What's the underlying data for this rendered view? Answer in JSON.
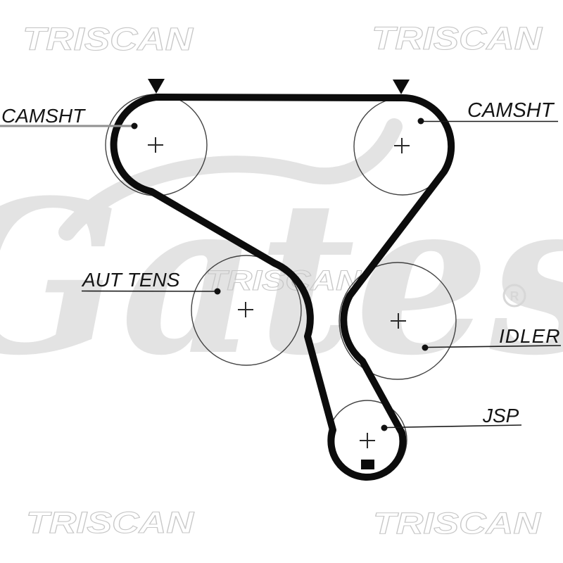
{
  "diagram": {
    "type": "timing-belt-routing",
    "components": [
      {
        "id": "camshaft-left",
        "label": "CAMSHT"
      },
      {
        "id": "camshaft-right",
        "label": "CAMSHT"
      },
      {
        "id": "auto-tensioner",
        "label": "AUT TENS"
      },
      {
        "id": "idler",
        "label": "IDLER"
      },
      {
        "id": "jsp",
        "label": "JSP"
      }
    ]
  },
  "watermarks": {
    "supplier": "TRISCAN",
    "brand": "Gates",
    "registered": "R"
  },
  "colors": {
    "belt": "#0c0c0c",
    "pulley_outline": "#333333",
    "label_text": "#151515",
    "leader_line": "#1c1c1c",
    "leader_line_gray": "#909090",
    "watermark_outline": "#c7c7c7",
    "brand_watermark": "#e3e3e3",
    "background": "#ffffff"
  }
}
